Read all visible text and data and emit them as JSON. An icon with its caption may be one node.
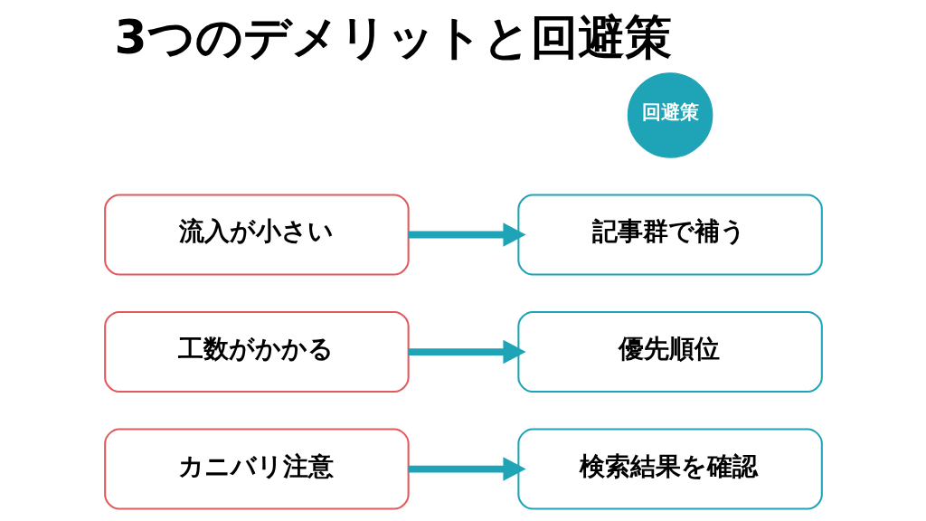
{
  "diagram": {
    "title": "3つのデメリットと回避策",
    "nodes": [
      {
        "text": [
          "回避策"
        ]
      },
      {
        "text": [
          "流入が小さい"
        ]
      },
      {
        "text": [
          "記事群で補う"
        ]
      },
      {
        "text": [
          "工数がかかる"
        ]
      },
      {
        "text": [
          "優先順位"
        ]
      },
      {
        "text": [
          "カニバリ注意"
        ]
      },
      {
        "text": [
          "検索結果を確認"
        ]
      }
    ],
    "edges": [
      {
        "from": 1,
        "to": 2,
        "arrow": "to"
      },
      {
        "from": 3,
        "to": 4,
        "arrow": "to"
      },
      {
        "from": 5,
        "to": 6,
        "arrow": "to"
      }
    ]
  }
}
